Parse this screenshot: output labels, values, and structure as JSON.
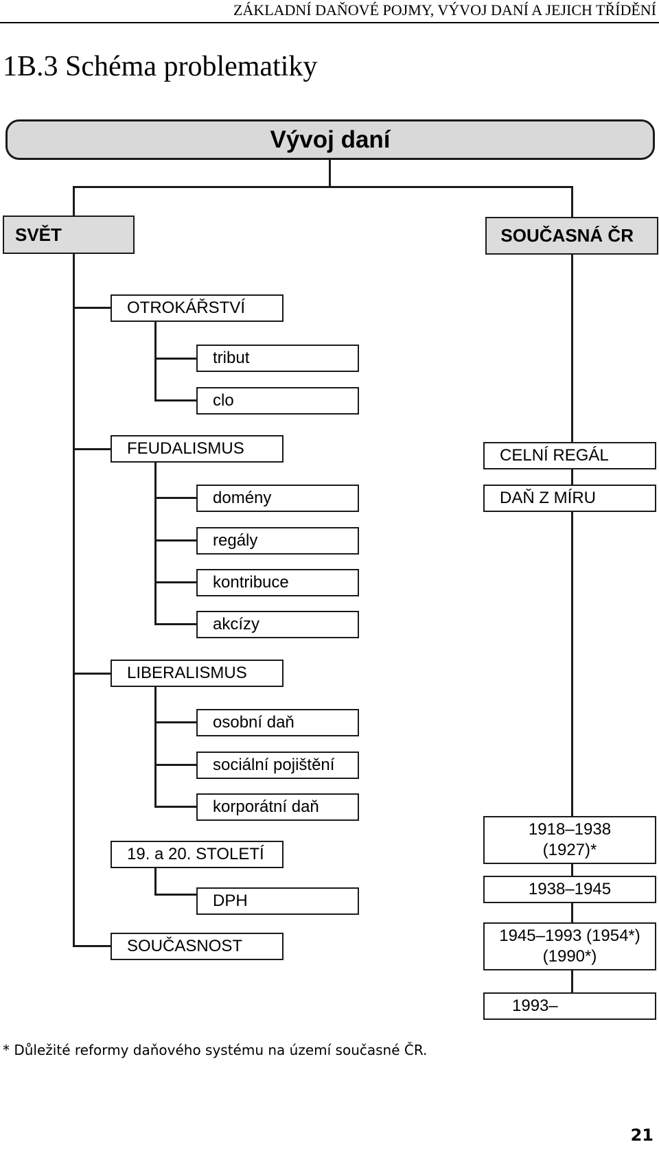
{
  "header": {
    "running_title": "ZÁKLADNÍ DAŇOVÉ POJMY, VÝVOJ DANÍ A JEJICH TŘÍDĚNÍ"
  },
  "section_title": "1B.3 Schéma problematiky",
  "diagram": {
    "root": "Vývoj daní",
    "world": {
      "label": "SVĚT",
      "eras": [
        {
          "label": "OTROKÁŘSTVÍ",
          "items": [
            "tribut",
            "clo"
          ]
        },
        {
          "label": "FEUDALISMUS",
          "items": [
            "domény",
            "regály",
            "kontribuce",
            "akcízy"
          ]
        },
        {
          "label": "LIBERALISMUS",
          "items": [
            "osobní daň",
            "sociální pojištění",
            "korporátní daň"
          ]
        },
        {
          "label": "19. a 20. STOLETÍ",
          "items": [
            "DPH"
          ]
        },
        {
          "label": "SOUČASNOST",
          "items": []
        }
      ]
    },
    "cz": {
      "label": "SOUČASNÁ ČR",
      "items": [
        "CELNÍ REGÁL",
        "DAŇ Z MÍRU"
      ],
      "periods": [
        "1918–1938\n(1927)*",
        "1938–1945",
        "1945–1993 (1954*)\n(1990*)",
        "1993–"
      ]
    }
  },
  "footnote": "* Důležité reformy daňového systému na území současné ČR.",
  "page_number": "21"
}
